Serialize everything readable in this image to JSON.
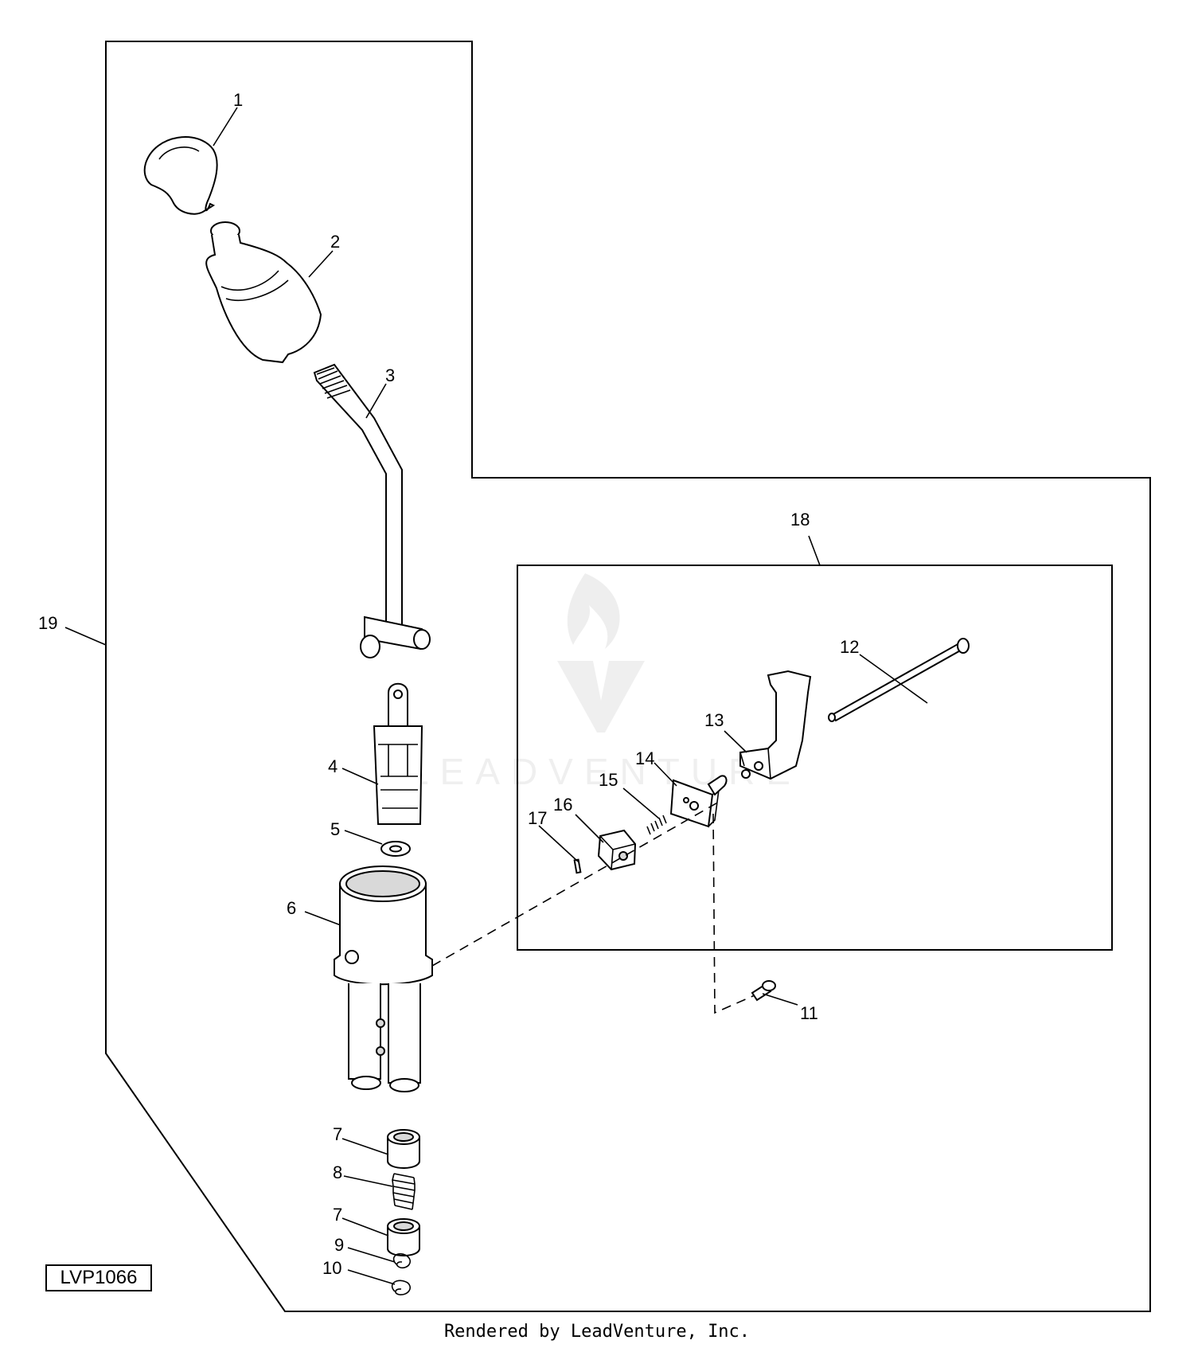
{
  "callouts": [
    "1",
    "2",
    "3",
    "4",
    "5",
    "6",
    "7",
    "8",
    "7",
    "9",
    "10",
    "11",
    "12",
    "13",
    "14",
    "15",
    "16",
    "17",
    "18",
    "19"
  ],
  "drawing_code": "LVP1066",
  "credit": "Rendered by LeadVenture, Inc.",
  "watermark_logo": "LEADVENTURE",
  "colors": {
    "line": "#000000",
    "background": "#ffffff",
    "watermark": "#e6e6e6"
  }
}
